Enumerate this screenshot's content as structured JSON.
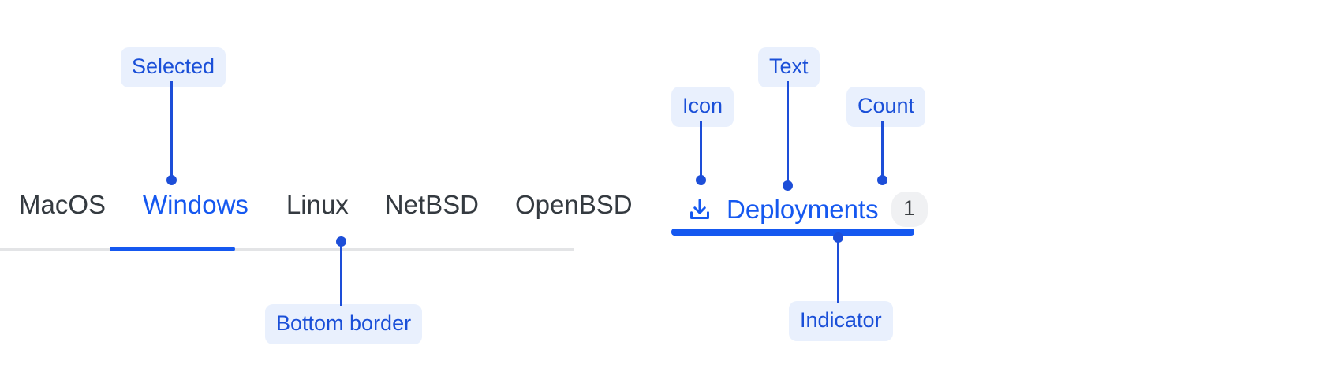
{
  "left_tab_group": {
    "tabs": [
      {
        "label": "MacOS",
        "selected": false
      },
      {
        "label": "Windows",
        "selected": true
      },
      {
        "label": "Linux",
        "selected": false
      },
      {
        "label": "NetBSD",
        "selected": false
      },
      {
        "label": "OpenBSD",
        "selected": false
      }
    ],
    "selected_index": 1,
    "bottom_border_color": "#e3e4e6",
    "indicator_color": "#1558f0",
    "tab_text_color": "#343a40",
    "selected_tab_text_color": "#1558f0"
  },
  "right_tab_group": {
    "icon": "download-icon",
    "label": "Deployments",
    "count": "1",
    "label_color": "#1558f0",
    "badge_background": "#f0f1f3",
    "badge_text_color": "#3c4043",
    "indicator_color": "#1558f0"
  },
  "annotations": {
    "pill_background": "#e9f0fd",
    "pill_text_color": "#1a4fd8",
    "connector_color": "#1d4ed8",
    "callouts": [
      {
        "id": "selected",
        "label": "Selected",
        "target": "windows-tab"
      },
      {
        "id": "bottom-border",
        "label": "Bottom border",
        "target": "tabs-bottom-border"
      },
      {
        "id": "icon",
        "label": "Icon",
        "target": "deployments-download-icon"
      },
      {
        "id": "text",
        "label": "Text",
        "target": "deployments-label"
      },
      {
        "id": "count",
        "label": "Count",
        "target": "deployments-count-badge"
      },
      {
        "id": "indicator",
        "label": "Indicator",
        "target": "deployments-indicator"
      }
    ]
  }
}
